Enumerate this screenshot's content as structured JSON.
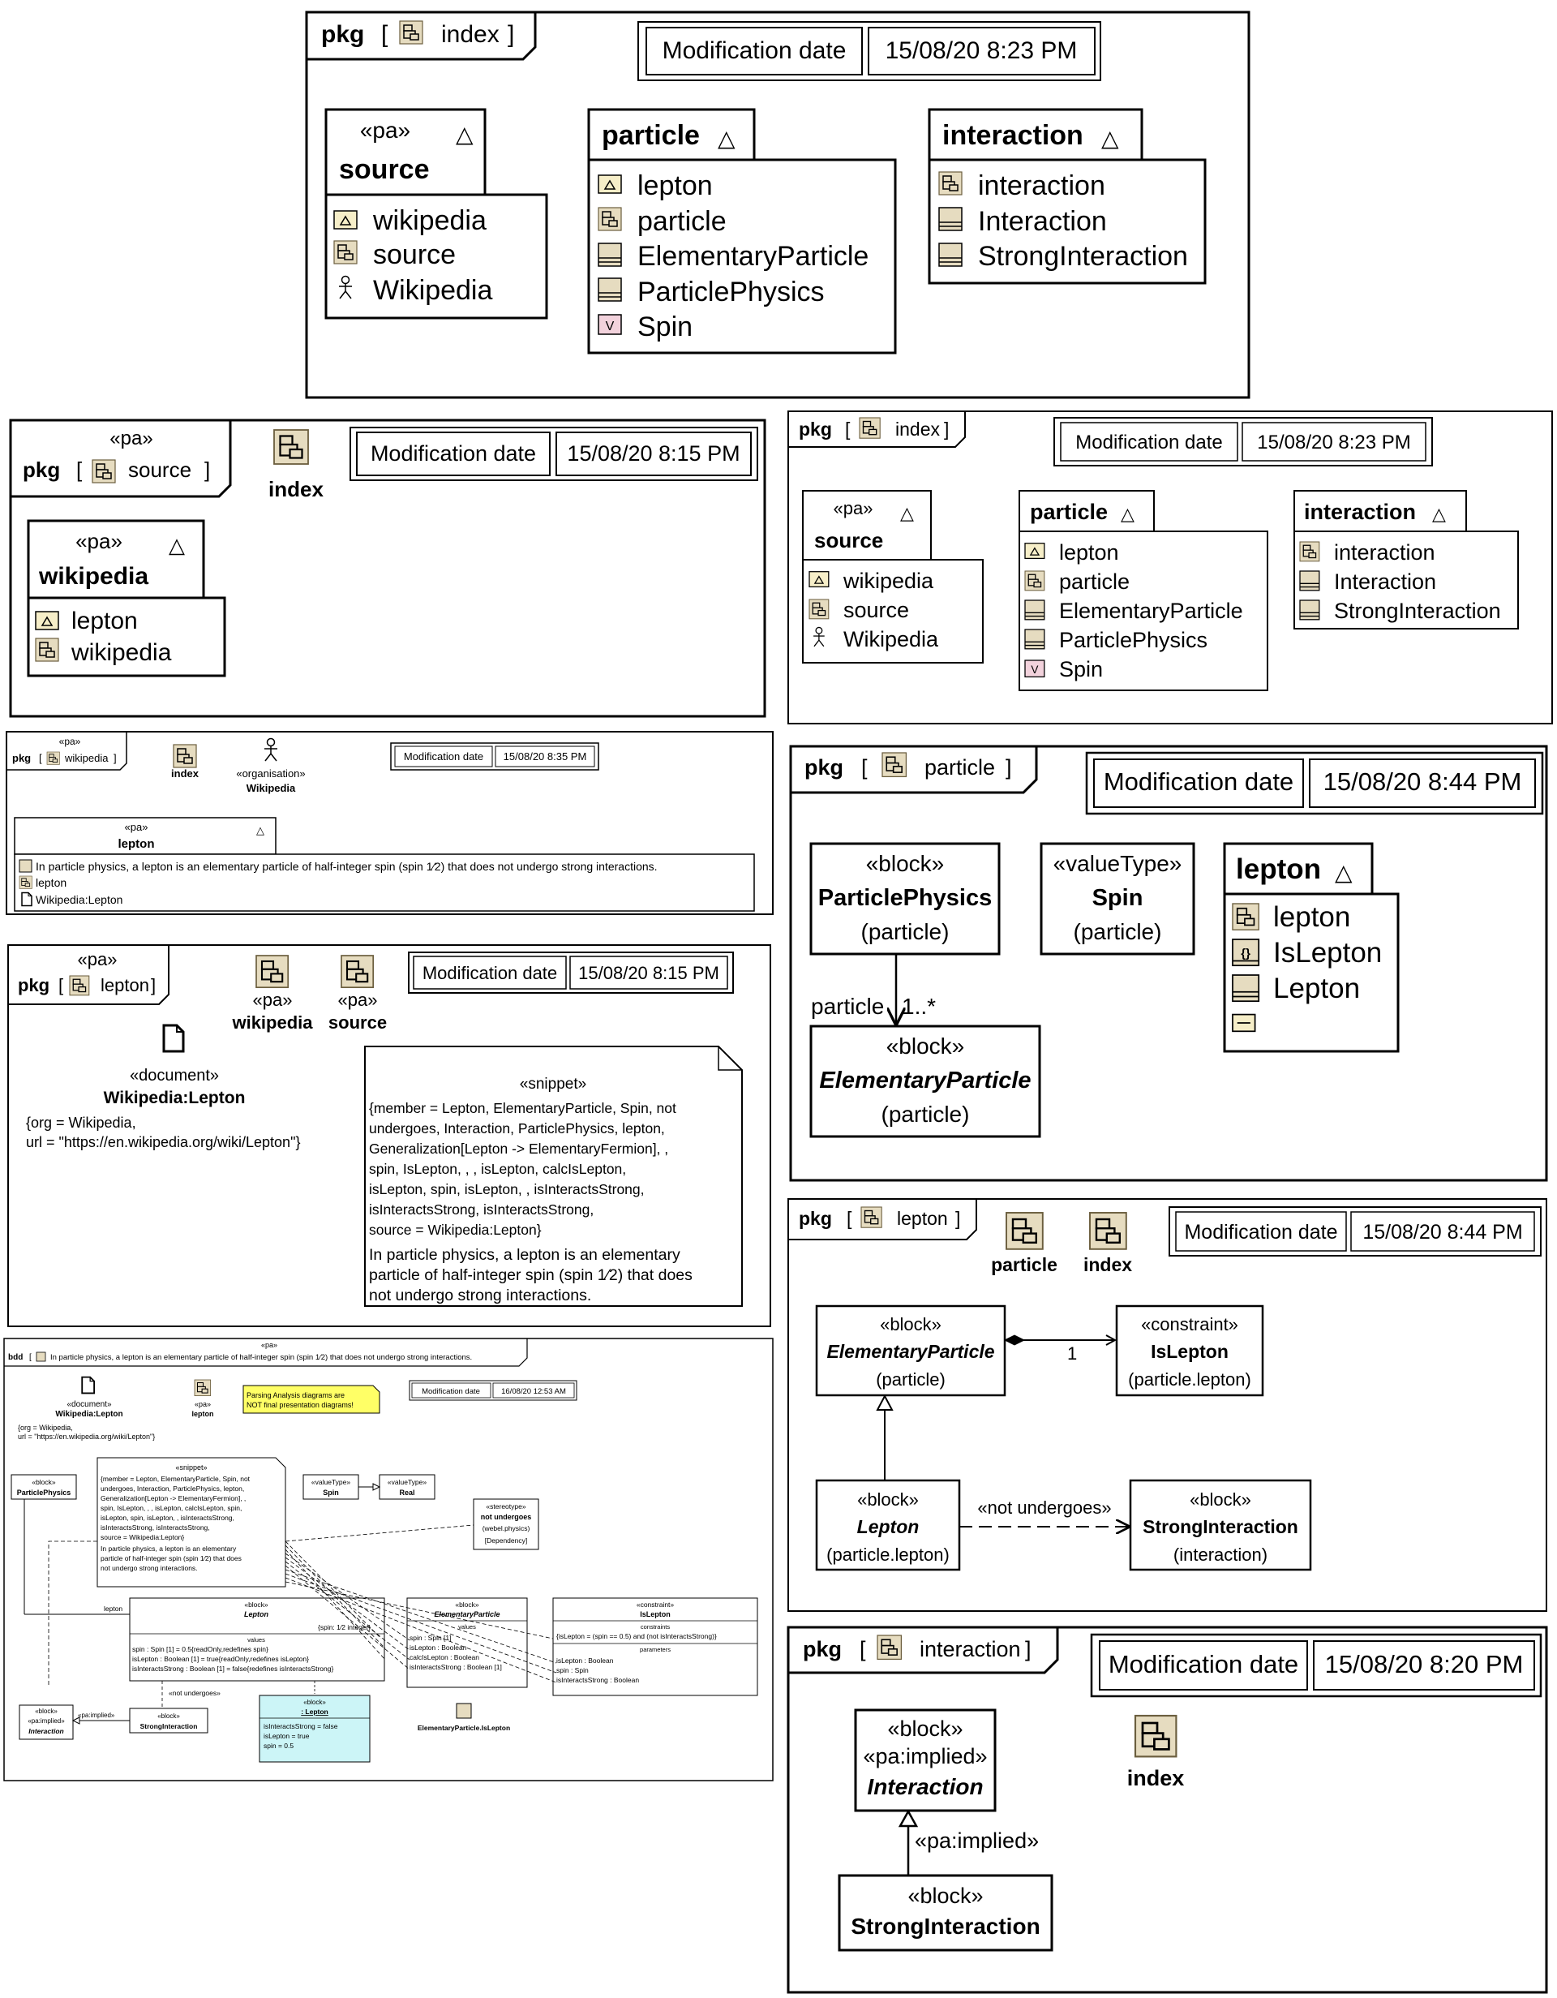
{
  "common": {
    "pkg": "pkg",
    "bdd": "bdd",
    "lbr": "[",
    "rbr": "]",
    "tri": "△",
    "mod": "Modification date"
  },
  "d1": {
    "name": "index",
    "date": "15/08/20 8:23 PM",
    "source": {
      "stereo": "«pa»",
      "name": "source",
      "items": [
        "wikipedia",
        "source",
        "Wikipedia"
      ]
    },
    "particle": {
      "name": "particle",
      "items": [
        "lepton",
        "particle",
        "ElementaryParticle",
        "ParticlePhysics",
        "Spin"
      ]
    },
    "interaction": {
      "name": "interaction",
      "items": [
        "interaction",
        "Interaction",
        "StrongInteraction"
      ]
    }
  },
  "d2": {
    "stereo": "«pa»",
    "name": "source",
    "date": "15/08/20 8:15 PM",
    "index": "index",
    "wiki": {
      "stereo": "«pa»",
      "name": "wikipedia",
      "items": [
        "lepton",
        "wikipedia"
      ]
    }
  },
  "d4": {
    "stereo": "«pa»",
    "name": "wikipedia",
    "date": "15/08/20 8:35 PM",
    "index": "index",
    "org_stereo": "«organisation»",
    "org": "Wikipedia",
    "lep_stereo": "«pa»",
    "lep": "lepton",
    "items": [
      "In particle physics, a lepton is an elementary particle of half-integer spin (spin 1⁄2) that does not undergo strong interactions.",
      "lepton",
      "Wikipedia:Lepton"
    ]
  },
  "d5": {
    "stereo": "«pa»",
    "name": "lepton",
    "date": "15/08/20 8:15 PM",
    "pa1": "«pa»",
    "wiki": "wikipedia",
    "pa2": "«pa»",
    "source": "source",
    "doc_stereo": "«document»",
    "doc": "Wikipedia:Lepton",
    "doc_tags": [
      "{org = Wikipedia,",
      "url = \"https://en.wikipedia.org/wiki/Lepton\"}"
    ],
    "snip_stereo": "«snippet»",
    "snip_lines": [
      "{member = Lepton, ElementaryParticle, Spin, not",
      "undergoes, Interaction, ParticlePhysics, lepton,",
      "Generalization[Lepton -> ElementaryFermion], ,",
      "spin, IsLepton, , , isLepton, calcIsLepton,",
      "isLepton, spin, isLepton, , isInteractsStrong,",
      "isInteractsStrong, isInteractsStrong,",
      "source = Wikipedia:Lepton}"
    ],
    "snip_text": [
      "In particle physics, a lepton is an elementary",
      "particle of half-integer spin (spin 1⁄2) that does",
      "not undergo strong interactions."
    ]
  },
  "d6": {
    "stereo": "«pa»",
    "title": "In particle physics, a lepton is an elementary particle of half-integer spin (spin 1⁄2) that does not undergo strong interactions.",
    "date": "16/08/20 12:53 AM",
    "doc_stereo": "«document»",
    "doc": "Wikipedia:Lepton",
    "doc_tags": [
      "{org = Wikipedia,",
      "url = \"https://en.wikipedia.org/wiki/Lepton\"}"
    ],
    "pa": "«pa»",
    "lepton": "lepton",
    "note": [
      "Parsing Analysis diagrams are",
      "NOT final presentation diagrams!"
    ],
    "snip_stereo": "«snippet»",
    "snip_lines": [
      "{member = Lepton, ElementaryParticle, Spin, not",
      "undergoes, Interaction, ParticlePhysics, lepton,",
      "Generalization[Lepton -> ElementaryFermion], ,",
      "spin, IsLepton, , , isLepton, calcIsLepton, spin,",
      "isLepton, spin, isLepton, , isInteractsStrong,",
      "isInteractsStrong, isInteractsStrong,",
      "source = Wikipedia:Lepton}",
      "In particle physics, a lepton is an elementary",
      "particle of half-integer spin (spin 1⁄2) that does",
      "not undergo strong interactions."
    ],
    "block": "«block»",
    "vt": "«valueType»",
    "pp": "ParticlePhysics",
    "spin": "Spin",
    "real": "Real",
    "st_stereo": "«stereotype»",
    "st_name": "not undergoes",
    "st_pkg": "(webel.physics)",
    "st_dep": "[Dependency]",
    "lepton_block": "Lepton",
    "spin_note": "{spin: 1⁄2 integer}",
    "values": "values",
    "lep_attrs": [
      "spin : Spin [1] = 0.5{readOnly,redefines spin}",
      "isLepton : Boolean [1] = true{readOnly,redefines isLepton}",
      "isInteractsStrong : Boolean [1] = false{redefines isInteractsStrong}"
    ],
    "ep": "ElementaryParticle",
    "ep_attrs": [
      "spin : Spin [1]",
      "isLepton : Boolean",
      "calcIsLepton : Boolean",
      "isInteractsStrong : Boolean [1]"
    ],
    "con_stereo": "«constraint»",
    "con": "IsLepton",
    "constraints": "constraints",
    "con_expr": "{isLepton = (spin == 0.5) and (not isInteractsStrong)}",
    "parameters": "parameters",
    "con_params": [
      "isLepton : Boolean",
      "spin : Spin",
      "isInteractsStrong : Boolean"
    ],
    "lepton_role": "lepton",
    "not_undergoes": "«not undergoes»",
    "pa_implied": "«pa:implied»",
    "interaction": "Interaction",
    "si": "StrongInteraction",
    "inst_name": ": Lepton",
    "inst_vals": [
      "isInteractsStrong = false",
      "isLepton = true",
      "spin = 0.5"
    ],
    "ep_islepton": "ElementaryParticle.IsLepton"
  },
  "d3": {
    "name": "index",
    "date": "15/08/20 8:23 PM",
    "source": {
      "stereo": "«pa»",
      "name": "source",
      "items": [
        "wikipedia",
        "source",
        "Wikipedia"
      ]
    },
    "particle": {
      "name": "particle",
      "items": [
        "lepton",
        "particle",
        "ElementaryParticle",
        "ParticlePhysics",
        "Spin"
      ]
    },
    "interaction": {
      "name": "interaction",
      "items": [
        "interaction",
        "Interaction",
        "StrongInteraction"
      ]
    }
  },
  "d7": {
    "name": "particle",
    "date": "15/08/20 8:44 PM",
    "block": "«block»",
    "vt": "«valueType»",
    "pp": "ParticlePhysics",
    "owner": "(particle)",
    "spin": "Spin",
    "ep": "ElementaryParticle",
    "role": "particle",
    "mult": "1..*",
    "lepton": {
      "name": "lepton",
      "items": [
        "lepton",
        "IsLepton",
        "Lepton"
      ]
    }
  },
  "d8": {
    "name": "lepton",
    "date": "15/08/20 8:44 PM",
    "particle": "particle",
    "index": "index",
    "block": "«block»",
    "ep": "ElementaryParticle",
    "ep_owner": "(particle)",
    "con_stereo": "«constraint»",
    "con": "IsLepton",
    "con_owner": "(particle.lepton)",
    "mult": "1",
    "lepton": "Lepton",
    "lepton_owner": "(particle.lepton)",
    "not_undergoes": "«not undergoes»",
    "si": "StrongInteraction",
    "si_owner": "(interaction)"
  },
  "d9": {
    "name": "interaction",
    "date": "15/08/20 8:20 PM",
    "block": "«block»",
    "pa_implied": "«pa:implied»",
    "interaction": "Interaction",
    "si": "StrongInteraction",
    "index": "index"
  }
}
